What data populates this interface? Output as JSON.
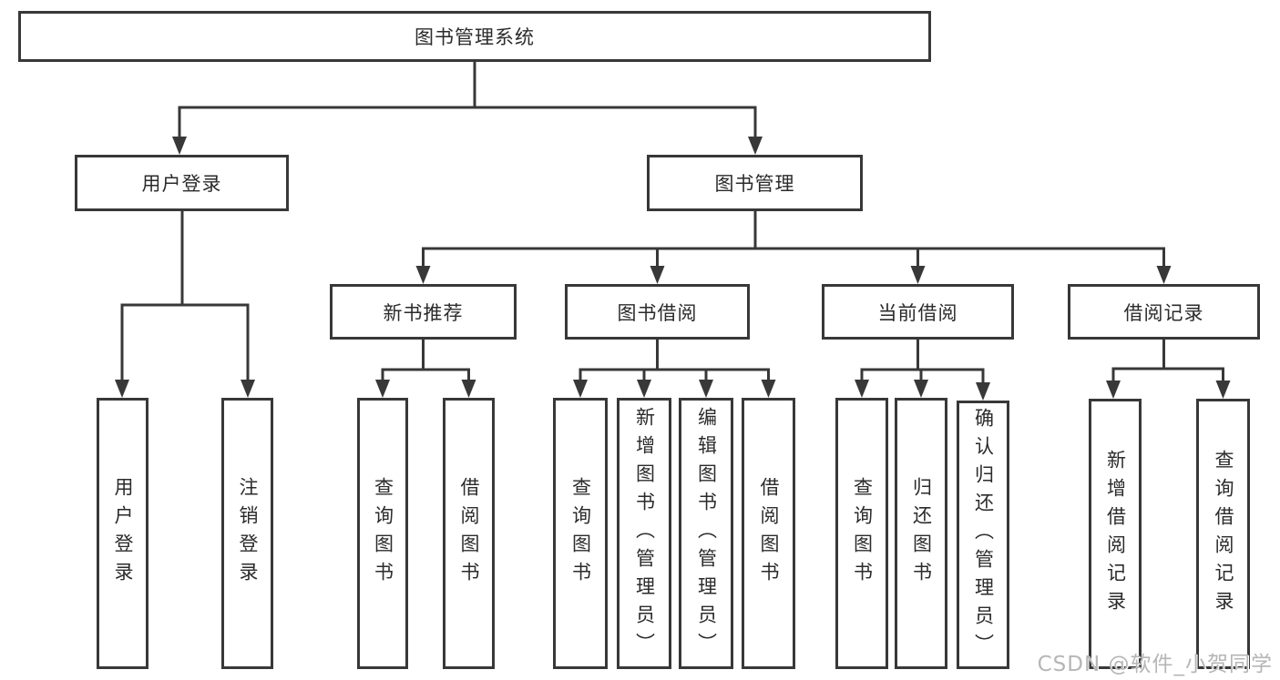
{
  "tree": {
    "root": {
      "label": "图书管理系统"
    },
    "level2": [
      {
        "label": "用户登录"
      },
      {
        "label": "图书管理"
      }
    ],
    "level3": [
      {
        "label": "新书推荐"
      },
      {
        "label": "图书借阅"
      },
      {
        "label": "当前借阅"
      },
      {
        "label": "借阅记录"
      }
    ],
    "leaves": {
      "user": [
        {
          "label": "用户登录"
        },
        {
          "label": "注销登录"
        }
      ],
      "recommend": [
        {
          "label": "查询图书"
        },
        {
          "label": "借阅图书"
        }
      ],
      "borrow": [
        {
          "label": "查询图书"
        },
        {
          "label": "新增图书（管理员）"
        },
        {
          "label": "编辑图书（管理员）"
        },
        {
          "label": "借阅图书"
        }
      ],
      "current": [
        {
          "label": "查询图书"
        },
        {
          "label": "归还图书"
        },
        {
          "label": "确认归还（管理员）"
        }
      ],
      "records": [
        {
          "label": "新增借阅记录"
        },
        {
          "label": "查询借阅记录"
        }
      ]
    }
  },
  "watermark": {
    "text": "CSDN @软件_小贺同学"
  },
  "colors": {
    "line": "#383838",
    "text": "#2b2b2b",
    "watermark": "#b6b6b6",
    "background": "#ffffff"
  }
}
